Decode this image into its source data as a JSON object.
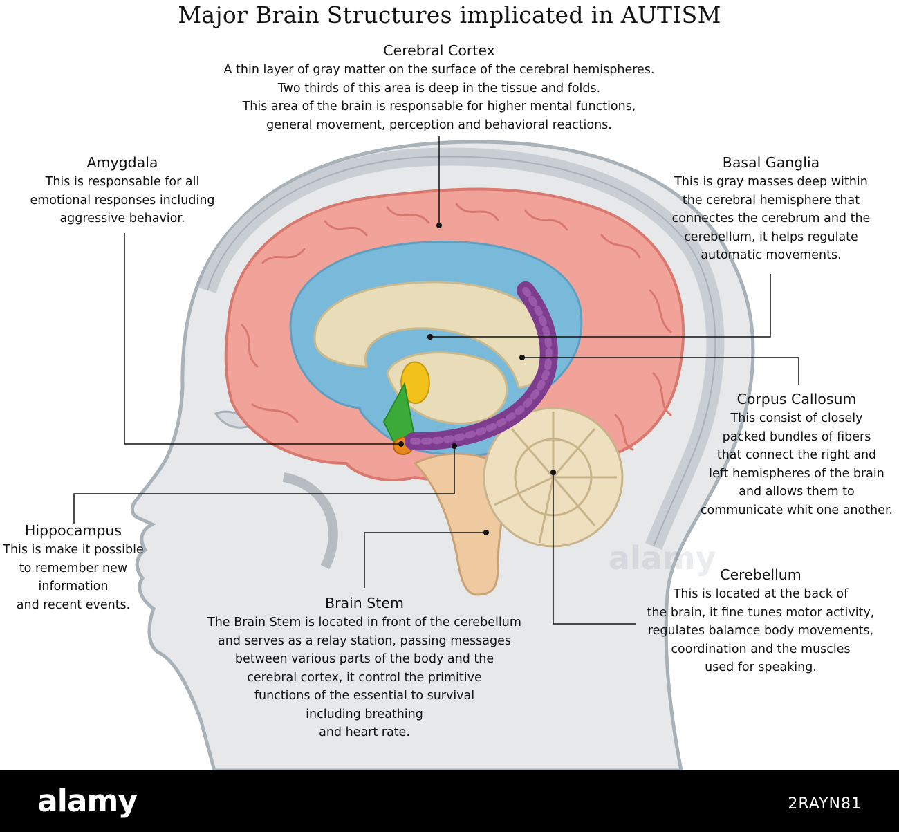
{
  "title": "Major Brain Structures implicated in AUTISM",
  "labels": {
    "cortex": {
      "heading": "Cerebral Cortex",
      "lines": [
        "A thin layer of gray matter on the surface of the cerebral hemispheres.",
        "Two thirds of this area is deep in the tissue and folds.",
        "This area of the brain is responsable for higher mental functions,",
        "general movement, perception and behavioral reactions."
      ]
    },
    "amygdala": {
      "heading": "Amygdala",
      "lines": [
        "This is responsable for all",
        "emotional responses including",
        "aggressive behavior."
      ]
    },
    "basal": {
      "heading": "Basal Ganglia",
      "lines": [
        "This is gray masses deep within",
        "the cerebral hemisphere that",
        "connectes the cerebrum and the",
        "cerebellum, it helps regulate",
        "automatic movements."
      ]
    },
    "corpus": {
      "heading": "Corpus Callosum",
      "lines": [
        "This consist of closely",
        "packed bundles of fibers",
        "that connect the right and",
        "left hemispheres of the brain",
        "and allows them to",
        "communicate whit one another."
      ]
    },
    "hippocampus": {
      "heading": "Hippocampus",
      "lines": [
        "This is make it possible",
        "to remember new",
        "information",
        "and recent events."
      ]
    },
    "stem": {
      "heading": "Brain Stem",
      "lines": [
        "The Brain Stem is located in front of the cerebellum",
        "and serves as a relay station, passing messages",
        "between various parts of the body and the",
        "cerebral cortex, it control the primitive",
        "functions of the essential to survival",
        "including breathing",
        "and heart rate."
      ]
    },
    "cerebellum": {
      "heading": "Cerebellum",
      "lines": [
        "This is located at the back of",
        "the brain, it fine tunes motor activity,",
        "regulates balamce body movements,",
        "coordination and the muscles",
        "used for speaking."
      ]
    }
  },
  "watermark": "alamy",
  "footer": {
    "brand": "alamy",
    "image_id": "2RAYN81"
  },
  "colors": {
    "head_fill": "#e6e8ea",
    "head_outline": "#a9b1b9",
    "cortex": "#f1a39a",
    "cortex_fold": "#d9786f",
    "limbic_blue": "#79b9da",
    "corpus_callosum": "#e9dcb8",
    "hippocampus": "#7e3c8e",
    "amygdala_orange": "#e8861e",
    "thalamus_yellow": "#f2c21a",
    "hypothalamus_green": "#3aaa38",
    "brainstem": "#efc9a0",
    "cerebellum": "#eedfbe",
    "footer": "#000000"
  }
}
